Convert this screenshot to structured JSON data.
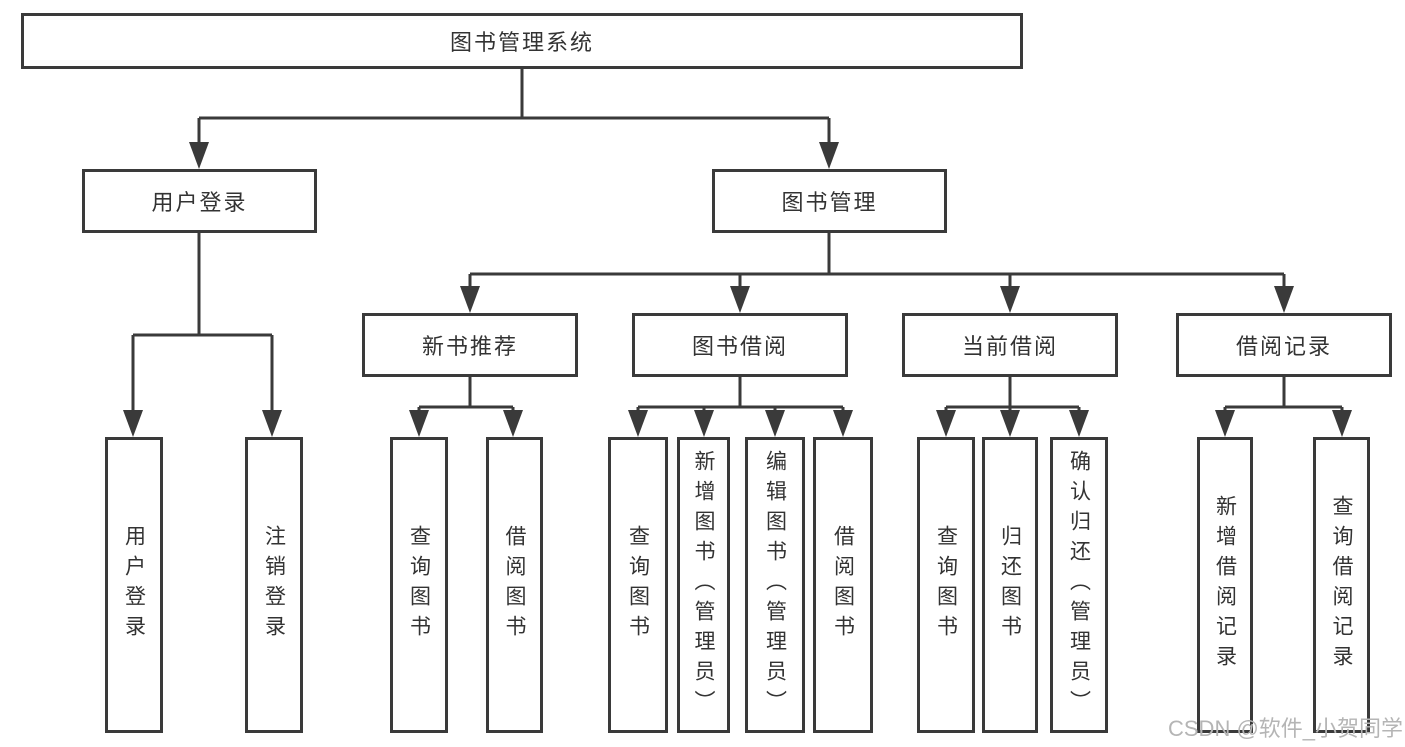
{
  "diagram": {
    "root": {
      "label": "图书管理系统"
    },
    "user_login": {
      "label": "用户登录",
      "children": [
        {
          "label": "用户登录"
        },
        {
          "label": "注销登录"
        }
      ]
    },
    "book_mgmt": {
      "label": "图书管理",
      "sections": [
        {
          "label": "新书推荐",
          "children": [
            {
              "label": "查询图书"
            },
            {
              "label": "借阅图书"
            }
          ]
        },
        {
          "label": "图书借阅",
          "children": [
            {
              "label": "查询图书"
            },
            {
              "label": "新增图书（管理员）"
            },
            {
              "label": "编辑图书（管理员）"
            },
            {
              "label": "借阅图书"
            }
          ]
        },
        {
          "label": "当前借阅",
          "children": [
            {
              "label": "查询图书"
            },
            {
              "label": "归还图书"
            },
            {
              "label": "确认归还（管理员）"
            }
          ]
        },
        {
          "label": "借阅记录",
          "children": [
            {
              "label": "新增借阅记录"
            },
            {
              "label": "查询借阅记录"
            }
          ]
        }
      ]
    },
    "watermark": "CSDN @软件_小贺同学",
    "colors": {
      "line": "#3a3a3a",
      "text": "#333333",
      "background": "#ffffff",
      "watermark": "#b5b5b5"
    }
  }
}
